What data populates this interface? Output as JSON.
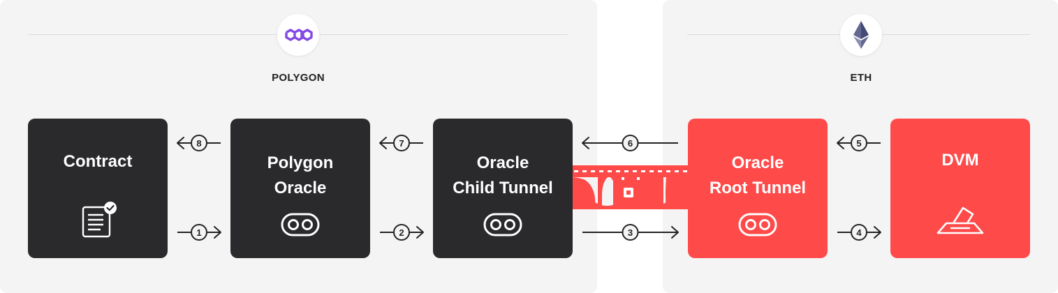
{
  "chains": {
    "polygon": {
      "label": "POLYGON",
      "logo": "polygon-logo-icon",
      "color": "#8247e5"
    },
    "eth": {
      "label": "ETH",
      "logo": "ethereum-logo-icon",
      "color": "#62688f"
    }
  },
  "nodes": [
    {
      "id": "contract",
      "lines": [
        "Contract"
      ],
      "icon": "document-check-icon",
      "theme": "dark"
    },
    {
      "id": "polygon-oracle",
      "lines": [
        "Polygon",
        "Oracle"
      ],
      "icon": "tunnel-icon",
      "theme": "dark"
    },
    {
      "id": "oracle-child-tunnel",
      "lines": [
        "Oracle",
        "Child Tunnel"
      ],
      "icon": "tunnel-icon",
      "theme": "dark"
    },
    {
      "id": "oracle-root-tunnel",
      "lines": [
        "Oracle",
        "Root Tunnel"
      ],
      "icon": "tunnel-icon",
      "theme": "red"
    },
    {
      "id": "dvm",
      "lines": [
        "DVM"
      ],
      "icon": "ballot-box-icon",
      "theme": "red"
    }
  ],
  "steps": [
    {
      "n": "1",
      "from": "contract",
      "to": "polygon-oracle"
    },
    {
      "n": "2",
      "from": "polygon-oracle",
      "to": "oracle-child-tunnel"
    },
    {
      "n": "3",
      "from": "oracle-child-tunnel",
      "to": "oracle-root-tunnel"
    },
    {
      "n": "4",
      "from": "oracle-root-tunnel",
      "to": "dvm"
    },
    {
      "n": "5",
      "from": "dvm",
      "to": "oracle-root-tunnel"
    },
    {
      "n": "6",
      "from": "oracle-root-tunnel",
      "to": "oracle-child-tunnel"
    },
    {
      "n": "7",
      "from": "oracle-child-tunnel",
      "to": "polygon-oracle"
    },
    {
      "n": "8",
      "from": "polygon-oracle",
      "to": "contract"
    }
  ],
  "colors": {
    "dark": "#2a292c",
    "accent": "#ff4a4a",
    "panel": "#f4f4f4"
  }
}
